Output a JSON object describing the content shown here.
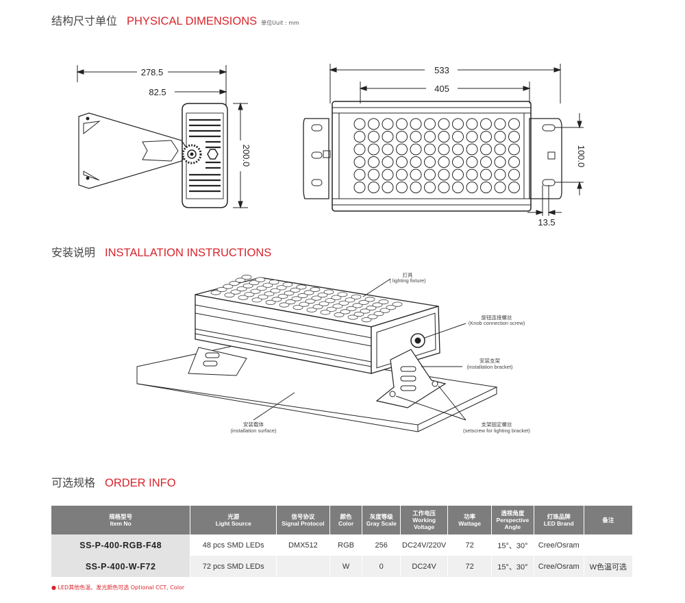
{
  "dimensions": {
    "title_cn": "结构尺寸单位",
    "title_en": "PHYSICAL DIMENSIONS",
    "unit": "单位Uuit : mm",
    "side_view": {
      "width": "278.5",
      "offset": "82.5",
      "height": "200.0"
    },
    "front_view": {
      "overall": "533",
      "inner": "405",
      "hole_spacing": "100.0",
      "hole_offset": "13.5"
    }
  },
  "installation": {
    "title_cn": "安装说明",
    "title_en": "INSTALLATION INSTRUCTIONS",
    "labels": {
      "fixture_cn": "灯具",
      "fixture_en": "( lighting fixture)",
      "knob_cn": "旋钮连接螺丝",
      "knob_en": "(Knob connection screw)",
      "bracket_cn": "安装支架",
      "bracket_en": "(installation bracket)",
      "surface_cn": "安装载体",
      "surface_en": "(installation surface)",
      "setscrew_cn": "支架固定螺丝",
      "setscrew_en": "(setscrew for lighting bracket)"
    }
  },
  "order": {
    "title_cn": "可选规格",
    "title_en": "ORDER INFO",
    "headers": [
      {
        "cn": "规格型号",
        "en": "Item No"
      },
      {
        "cn": "光源",
        "en": "Light Source"
      },
      {
        "cn": "信号协议",
        "en": "Signal Protocol"
      },
      {
        "cn": "颜色",
        "en": "Color"
      },
      {
        "cn": "灰度等级",
        "en": "Gray Scale"
      },
      {
        "cn": "工作电压",
        "en": "Working Voltage"
      },
      {
        "cn": "功率",
        "en": "Wattage"
      },
      {
        "cn": "透视角度",
        "en": "Perspective Angle"
      },
      {
        "cn": "灯珠品牌",
        "en": "LED Brand"
      },
      {
        "cn": "备注",
        "en": ""
      }
    ],
    "rows": [
      [
        "SS-P-400-RGB-F48",
        "48 pcs SMD LEDs",
        "DMX512",
        "RGB",
        "256",
        "DC24V/220V",
        "72",
        "15°、30°",
        "Cree/Osram",
        ""
      ],
      [
        "SS-P-400-W-F72",
        "72 pcs SMD LEDs",
        "",
        "W",
        "0",
        "DC24V",
        "72",
        "15°、30°",
        "Cree/Osram",
        "W色温可选"
      ]
    ],
    "note": "● LED其他色温、发光颜色可选  Optional CCT, Color"
  }
}
